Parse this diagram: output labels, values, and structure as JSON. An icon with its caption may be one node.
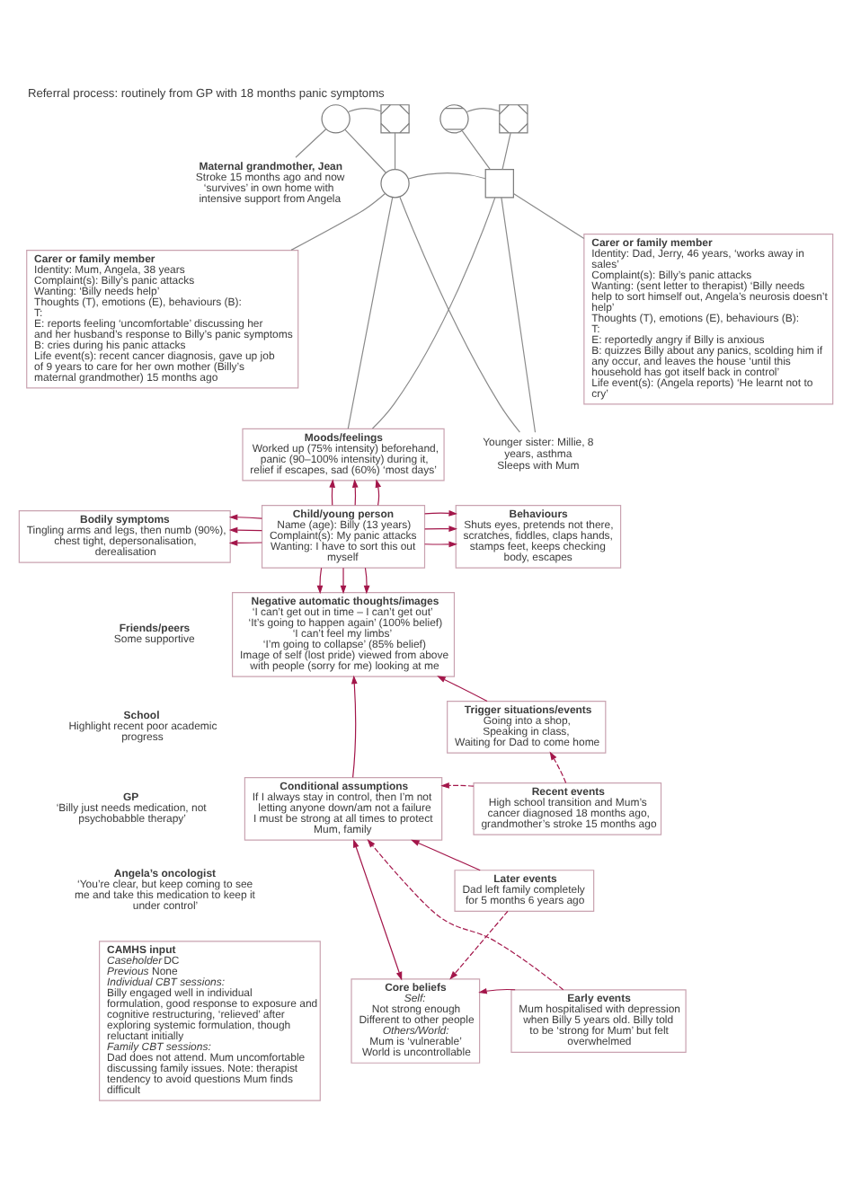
{
  "diagram": {
    "title": "Referral process: routinely from GP with 18 months panic symptoms",
    "nodes": [
      {
        "text": [],
        "shape": "circle"
      },
      {
        "text": [],
        "shape": "box"
      },
      {
        "text": [],
        "shape": "circle"
      },
      {
        "text": [],
        "shape": "box"
      },
      {
        "text": [
          "Maternal grandmother, Jean",
          "Stroke 15 months ago and now ‘survives’ in own home with intensive support from Angela"
        ]
      },
      {
        "text": [],
        "shape": "circle"
      },
      {
        "text": [],
        "shape": "box"
      },
      {
        "text": [
          "Carer or family member",
          "Identity: Mum, Angela, 38 years",
          "Complaint(s): Billy’s panic attacks",
          "Wanting: ‘Billy needs help’",
          "Thoughts (T), emotions (E), behaviours (B):",
          "T:",
          "E: reports feeling ‘uncomfortable’ discussing her and her husband’s response to Billy’s panic symptoms",
          "B: cries during his panic attacks",
          "Life event(s): recent cancer diagnosis, gave up job of 9 years to care for her own mother (Billy’s maternal grandmother) 15 months ago"
        ]
      },
      {
        "text": [
          "Carer or family member",
          "Identity: Dad, Jerry, 46 years, ‘works away in sales’",
          "Complaint(s): Billy’s panic attacks",
          "Wanting: (sent letter to therapist) ‘Billy needs help to sort himself out, Angela’s neurosis doesn’t help’",
          "Thoughts (T), emotions (E), behaviours (B):",
          "T:",
          "E: reportedly angry if Billy is anxious",
          "B: quizzes Billy about any panics, scolding him if any occur, and leaves the house ‘until this household has got itself back in control’",
          "Life event(s): (Angela reports) ‘He learnt not to cry’"
        ]
      },
      {
        "text": [
          "Moods/feelings",
          "Worked up (75% intensity) beforehand, panic (90–100% intensity) during it, relief if escapes, sad (60%) ‘most days’"
        ]
      },
      {
        "text": [
          "Younger sister: Millie, 8 years, asthma",
          "Sleeps with Mum"
        ]
      },
      {
        "text": [
          "Bodily symptoms",
          "Tingling arms and legs, then numb (90%), chest tight, depersonalisation, derealisation"
        ]
      },
      {
        "text": [
          "Child/young person",
          "Name (age): Billy (13 years)",
          "Complaint(s): My panic attacks",
          "Wanting: I have to sort this out myself"
        ]
      },
      {
        "text": [
          "Behaviours",
          "Shuts eyes, pretends not there, scratches, fiddles, claps hands, stamps feet, keeps checking body, escapes"
        ]
      },
      {
        "text": [
          "Negative automatic thoughts/images",
          "‘I can’t get out in time – I can’t get out’",
          "‘It’s going to happen again’ (100% belief)",
          "‘I can’t feel my limbs’",
          "‘I’m going to collapse’ (85% belief)",
          "Image of self (lost pride) viewed from above with people (sorry for me) looking at me"
        ]
      },
      {
        "text": [
          "Trigger situations/events",
          "Going into a shop,",
          "Speaking in class,",
          "Waiting for Dad to come home"
        ]
      },
      {
        "text": [
          "Conditional assumptions",
          "If I always stay in control, then I’m not letting anyone down/am not a failure",
          "I must be strong at all times to protect Mum, family"
        ]
      },
      {
        "text": [
          "Recent events",
          "High school transition and Mum’s cancer diagnosed 18 months ago, grandmother’s stroke 15 months ago"
        ]
      },
      {
        "text": [
          "Later events",
          "Dad left family completely for 5 months 6 years ago"
        ]
      },
      {
        "text": [
          "Core beliefs",
          "Self:",
          "Not strong enough",
          "Different to other people",
          "Others/World:",
          "Mum is ‘vulnerable’",
          "World is uncontrollable"
        ]
      },
      {
        "text": [
          "Early events",
          "Mum hospitalised with depression when Billy 5 years old. Billy told to be ‘strong for Mum’ but felt overwhelmed"
        ]
      },
      {
        "text": [
          "CAMHS input",
          "*Caseholder* DC",
          "*Previous* None",
          "Individual CBT sessions:",
          "Billy engaged well in individual formulation, good response to exposure and cognitive restructuring, ‘relieved’ after exploring systemic formulation, though reluctant initially",
          "Family CBT sessions:",
          "Dad does not attend. Mum uncomfortable discussing family issues. Note: therapist tendency to avoid questions Mum finds difficult"
        ]
      }
    ],
    "edges": [
      {
        "from": 0,
        "to": 1,
        "arrow": "none",
        "color": "#8a8a8a"
      },
      {
        "from": 0,
        "to": 5,
        "arrow": "none",
        "color": "#8a8a8a"
      },
      {
        "from": 1,
        "to": 5,
        "arrow": "none",
        "color": "#8a8a8a"
      },
      {
        "from": 2,
        "to": 3,
        "arrow": "none",
        "color": "#8a8a8a"
      },
      {
        "from": 2,
        "to": 6,
        "arrow": "none",
        "color": "#8a8a8a"
      },
      {
        "from": 3,
        "to": 6,
        "arrow": "none",
        "color": "#8a8a8a"
      },
      {
        "from": 0,
        "to": 4,
        "arrow": "none",
        "color": "#8a8a8a"
      },
      {
        "from": 5,
        "to": 6,
        "arrow": "none",
        "color": "#8a8a8a"
      },
      {
        "from": 5,
        "to": 7,
        "arrow": "none",
        "color": "#8a8a8a"
      },
      {
        "from": 5,
        "to": 9,
        "arrow": "none",
        "color": "#8a8a8a"
      },
      {
        "from": 5,
        "to": 10,
        "arrow": "none",
        "color": "#8a8a8a"
      },
      {
        "from": 6,
        "to": 9,
        "arrow": "none",
        "color": "#8a8a8a"
      },
      {
        "from": 6,
        "to": 10,
        "arrow": "none",
        "color": "#8a8a8a"
      },
      {
        "from": 6,
        "to": 8,
        "arrow": "none",
        "color": "#8a8a8a"
      },
      {
        "from": 12,
        "to": 9,
        "arrow": "to"
      },
      {
        "from": 12,
        "to": 9,
        "arrow": "to"
      },
      {
        "from": 12,
        "to": 9,
        "arrow": "to"
      },
      {
        "from": 12,
        "to": 11,
        "arrow": "to"
      },
      {
        "from": 12,
        "to": 11,
        "arrow": "to"
      },
      {
        "from": 12,
        "to": 11,
        "arrow": "to"
      },
      {
        "from": 12,
        "to": 13,
        "arrow": "to"
      },
      {
        "from": 12,
        "to": 13,
        "arrow": "to"
      },
      {
        "from": 12,
        "to": 13,
        "arrow": "to"
      },
      {
        "from": 12,
        "to": 14,
        "arrow": "to"
      },
      {
        "from": 12,
        "to": 14,
        "arrow": "to"
      },
      {
        "from": 12,
        "to": 14,
        "arrow": "to"
      },
      {
        "from": 15,
        "to": 14,
        "arrow": "to"
      },
      {
        "from": 16,
        "to": 14,
        "arrow": "to"
      },
      {
        "from": 16,
        "to": 19,
        "arrow": "both"
      },
      {
        "from": 17,
        "to": 16,
        "arrow": "to",
        "style": "dashed"
      },
      {
        "from": 17,
        "to": 15,
        "arrow": "to",
        "style": "dashed"
      },
      {
        "from": 18,
        "to": 16,
        "arrow": "to"
      },
      {
        "from": 18,
        "to": 19,
        "arrow": "to",
        "style": "dashed"
      },
      {
        "from": 20,
        "to": 16,
        "arrow": "to",
        "style": "dashed"
      },
      {
        "from": 20,
        "to": 19,
        "arrow": "to"
      }
    ],
    "labels": [
      "Friends/peers",
      "Some supportive",
      "School",
      "Highlight recent poor academic progress",
      "GP",
      "‘Billy just needs medication, not psychobabble therapy’",
      "Angela’s oncologist",
      "‘You’re clear, but keep coming to see me and take this medication to keep it under control’"
    ]
  }
}
